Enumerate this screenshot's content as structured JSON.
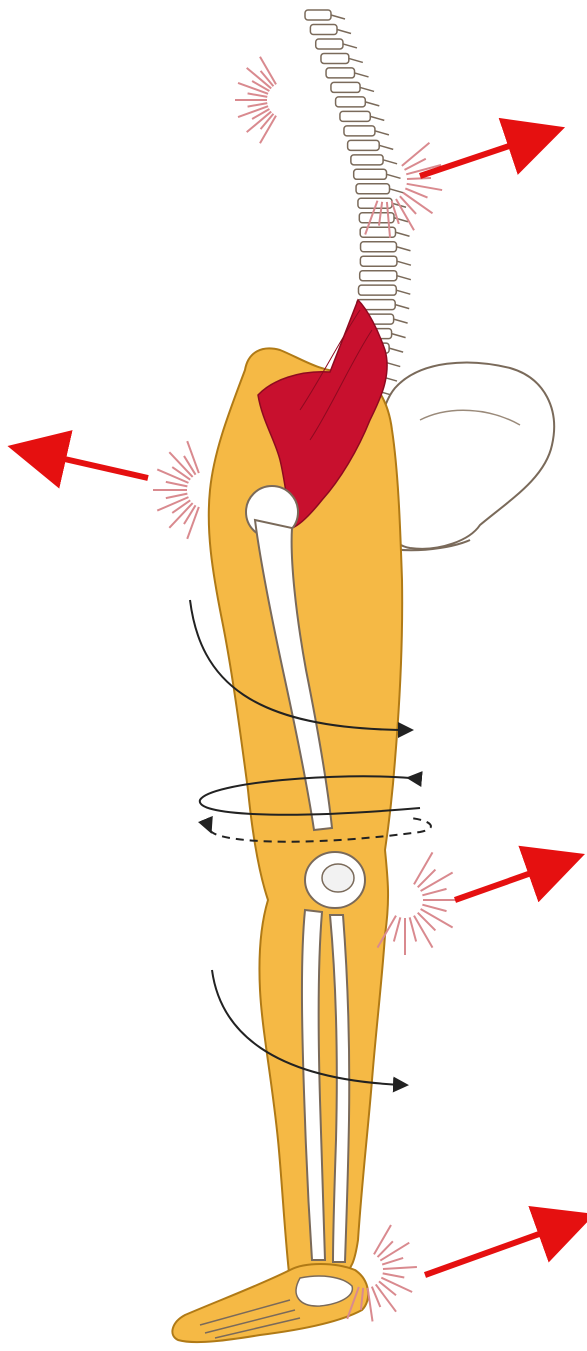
{
  "figure": {
    "subject": "leg",
    "colors": {
      "limb_fill": "#F5B945",
      "limb_outline": "#B07A16",
      "bone_fill": "#FFFFFF",
      "bone_outline": "#7A6A5A",
      "muscle": "#C8102E",
      "pain_rays": "#D98A8F",
      "pointer_arrows": "#E51010",
      "rotation_arrows": "#222222"
    },
    "pain_sites": [
      "lower-back",
      "outer-hip",
      "outer-knee",
      "outer-ankle"
    ],
    "pointer_arrows": [
      "lower-back-arrow",
      "hip-arrow",
      "knee-arrow",
      "ankle-arrow"
    ],
    "rotation_arrows": [
      "thigh-rotation-arrow",
      "knee-rotation-solid",
      "knee-rotation-dashed",
      "shin-rotation-arrow"
    ]
  }
}
